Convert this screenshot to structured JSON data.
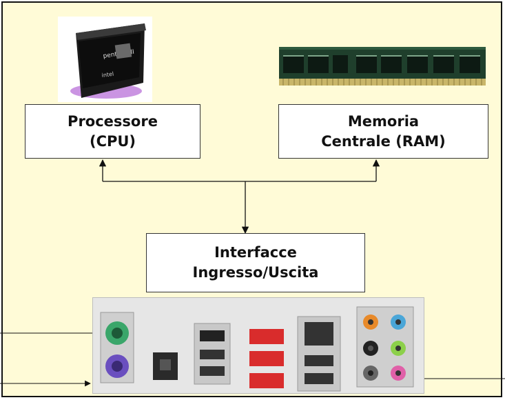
{
  "diagram": {
    "cpu": {
      "line1": "Processore",
      "line2": "(CPU)"
    },
    "ram": {
      "line1": "Memoria",
      "line2": "Centrale (RAM)"
    },
    "io": {
      "line1": "Interfacce",
      "line2": "Ingresso/Uscita"
    }
  },
  "images": {
    "cpu_chip": {
      "brand_lettering": "pentium II",
      "maker_lettering": "intel"
    }
  },
  "colors": {
    "background": "#fffbd7",
    "box_fill": "#ffffff",
    "line": "#111111",
    "ps2_keyboard": "#6a4fbf",
    "ps2_mouse": "#3aa66a",
    "usb_red": "#d92c2c"
  }
}
